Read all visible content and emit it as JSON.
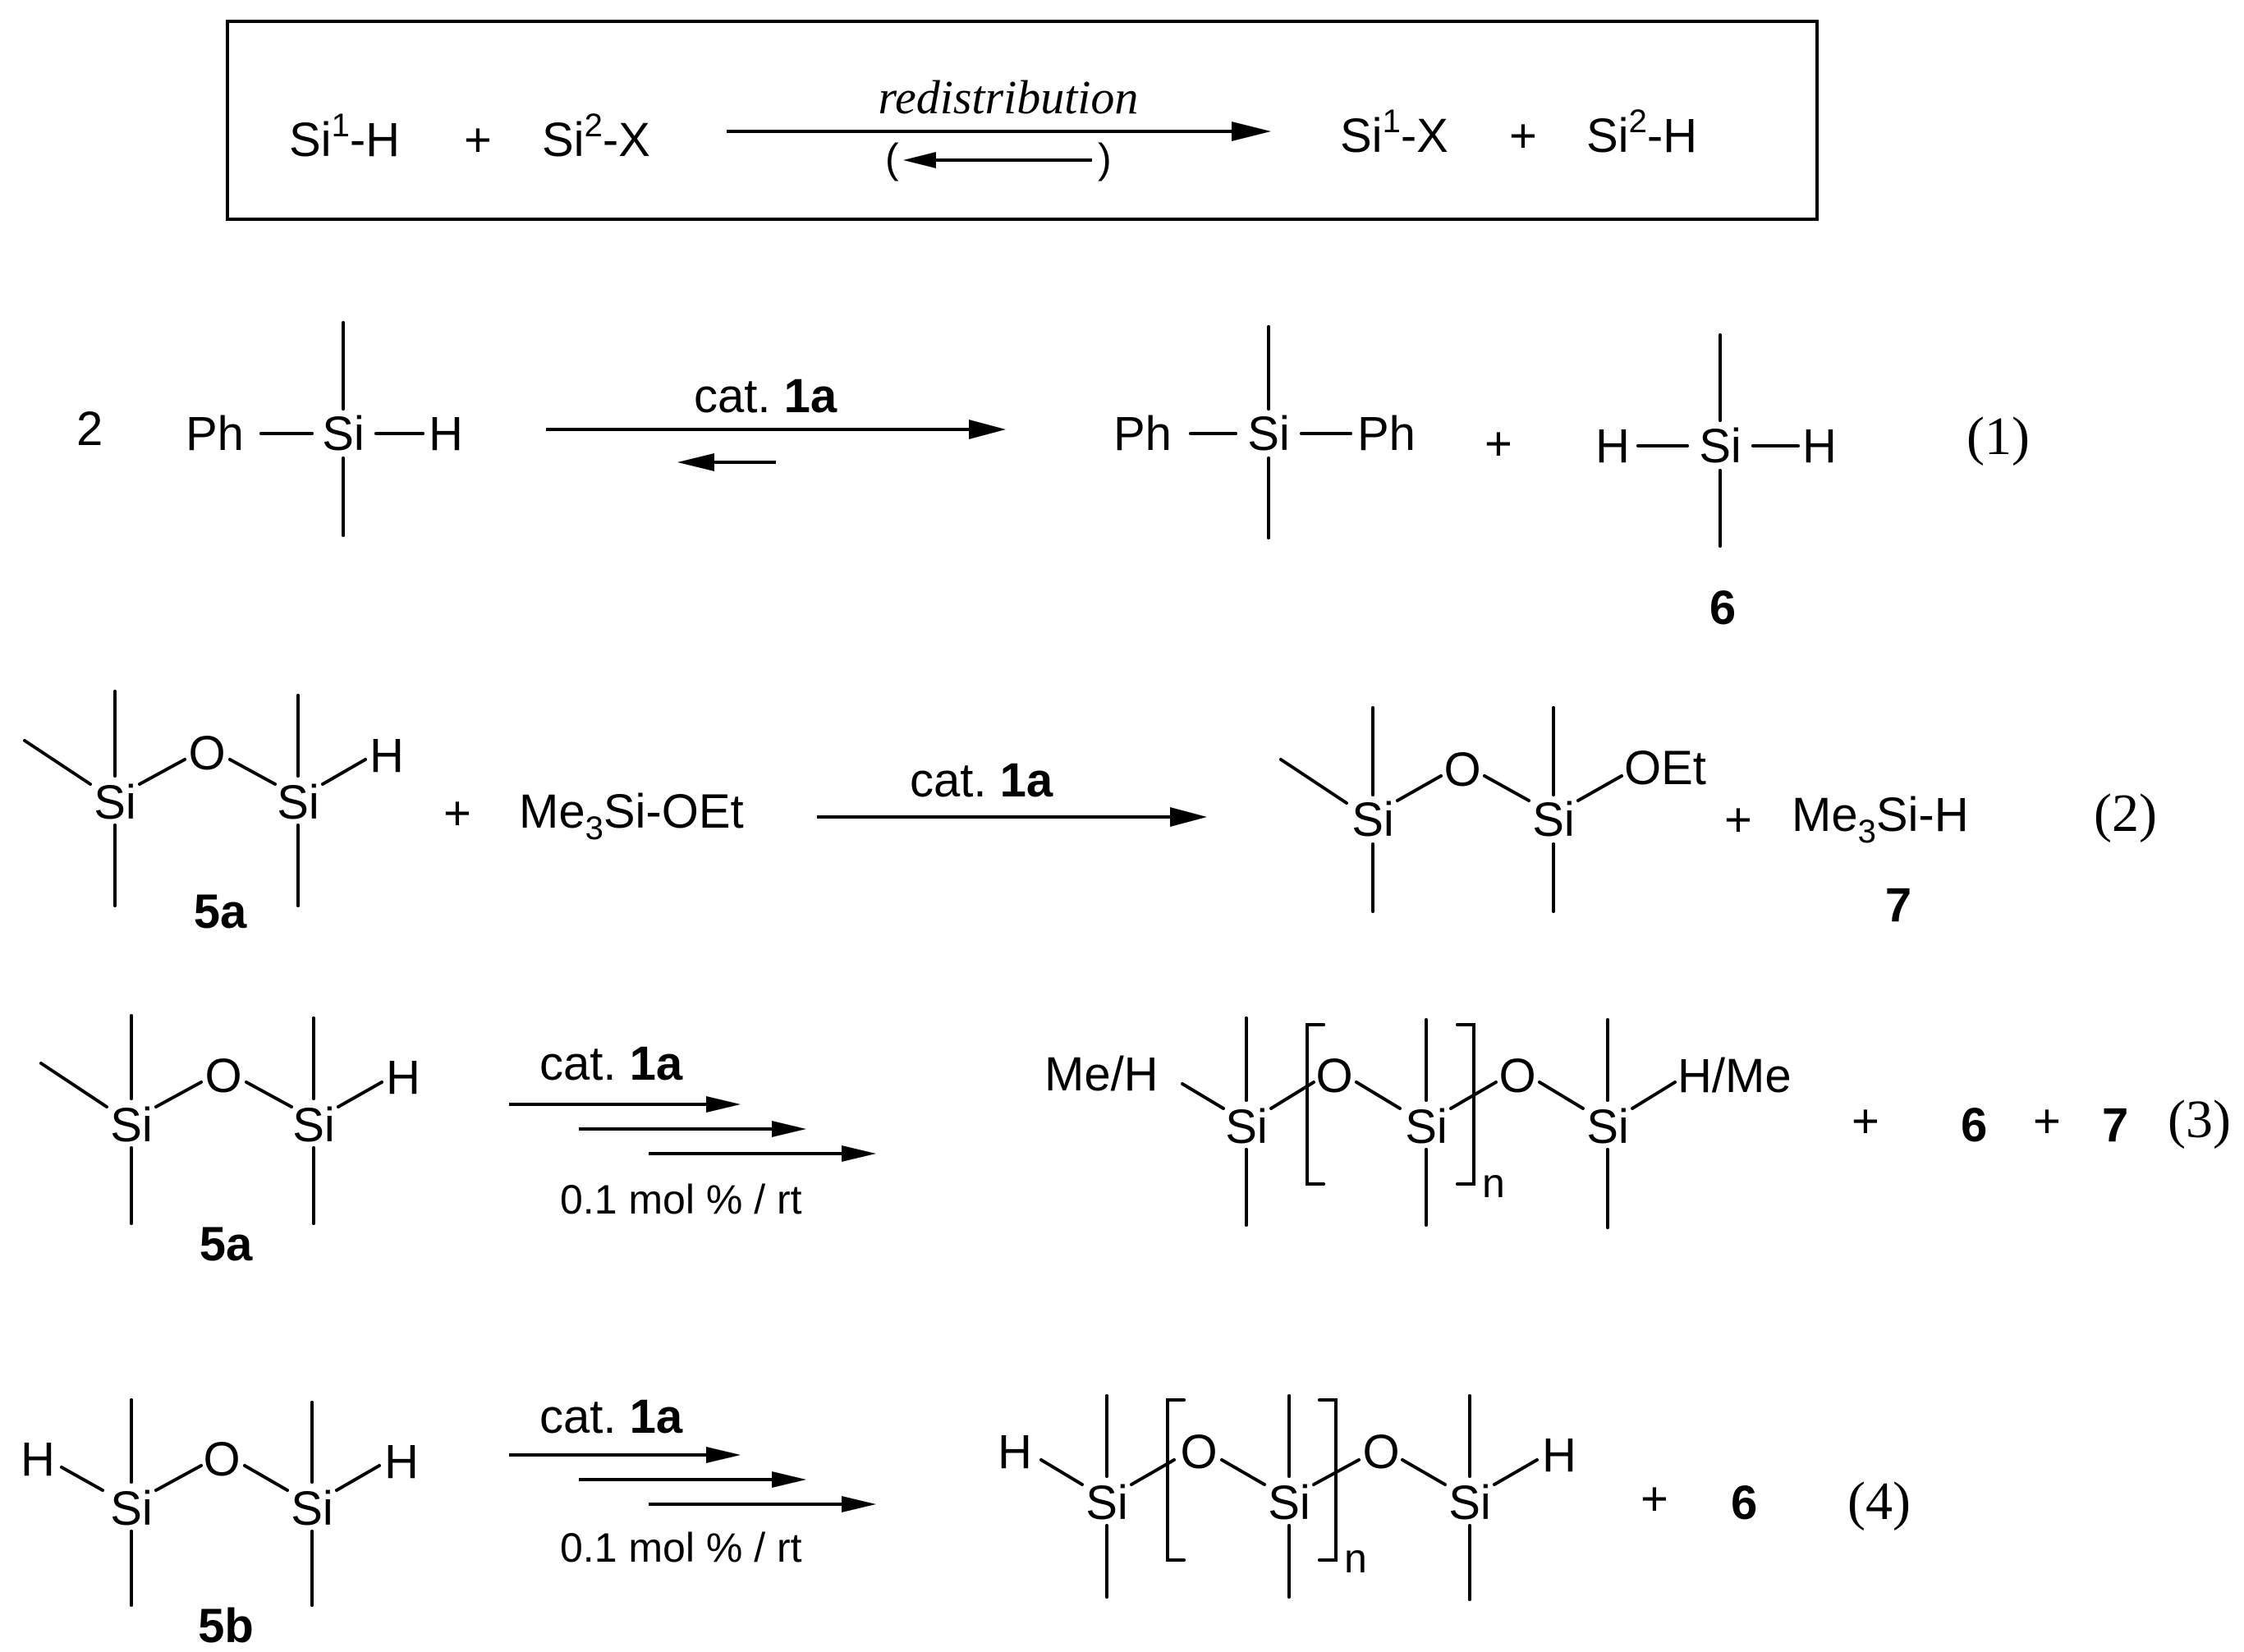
{
  "general": {
    "r1": "Si",
    "r1_sup": "1",
    "r1_tail": "-H",
    "plus1": "+",
    "r2": "Si",
    "r2_sup": "2",
    "r2_tail": "-X",
    "arrow_label": "redistribution",
    "rev_open": "(",
    "rev_close": ")",
    "p1": "Si",
    "p1_sup": "1",
    "p1_tail": "-X",
    "plus2": "+",
    "p2": "Si",
    "p2_sup": "2",
    "p2_tail": "-H"
  },
  "eq1": {
    "coef": "2",
    "ph": "Ph",
    "si": "Si",
    "h": "H",
    "cat": "cat. ",
    "cat_bold": "1a",
    "prod_ph_left": "Ph",
    "prod_si": "Si",
    "prod_ph_right": "Ph",
    "plus": "+",
    "h_left": "H",
    "si2": "Si",
    "h_right": "H",
    "label_6": "6",
    "number": "(1)"
  },
  "eq2": {
    "si_a": "Si",
    "o": "O",
    "si_b": "Si",
    "h": "H",
    "label_5a": "5a",
    "plus1": "+",
    "reagent_me": "Me",
    "reagent_sub": "3",
    "reagent_tail": "Si-OEt",
    "cat": "cat. ",
    "cat_bold": "1a",
    "p_si_a": "Si",
    "p_o": "O",
    "p_si_b": "Si",
    "p_oet": "OEt",
    "plus2": "+",
    "prod_me": "Me",
    "prod_sub": "3",
    "prod_tail": "Si-H",
    "label_7": "7",
    "number": "(2)"
  },
  "eq3": {
    "si_a": "Si",
    "o": "O",
    "si_b": "Si",
    "h": "H",
    "label_5a": "5a",
    "cat": "cat. ",
    "cat_bold": "1a",
    "cond": "0.1 mol % / rt",
    "me_h": "Me/H",
    "p_si1": "Si",
    "p_o1": "O",
    "p_si2": "Si",
    "n": "n",
    "p_o2": "O",
    "p_si3": "Si",
    "h_me": "H/Me",
    "plus1": "+",
    "label_6": "6",
    "plus2": "+",
    "label_7": "7",
    "number": "(3)"
  },
  "eq4": {
    "h_left": "H",
    "si_a": "Si",
    "o": "O",
    "si_b": "Si",
    "h_right": "H",
    "label_5b": "5b",
    "cat": "cat. ",
    "cat_bold": "1a",
    "cond": "0.1 mol % / rt",
    "p_h_left": "H",
    "p_si1": "Si",
    "p_o1": "O",
    "p_si2": "Si",
    "n": "n",
    "p_o2": "O",
    "p_si3": "Si",
    "p_h_right": "H",
    "plus": "+",
    "label_6": "6",
    "number": "(4)"
  }
}
